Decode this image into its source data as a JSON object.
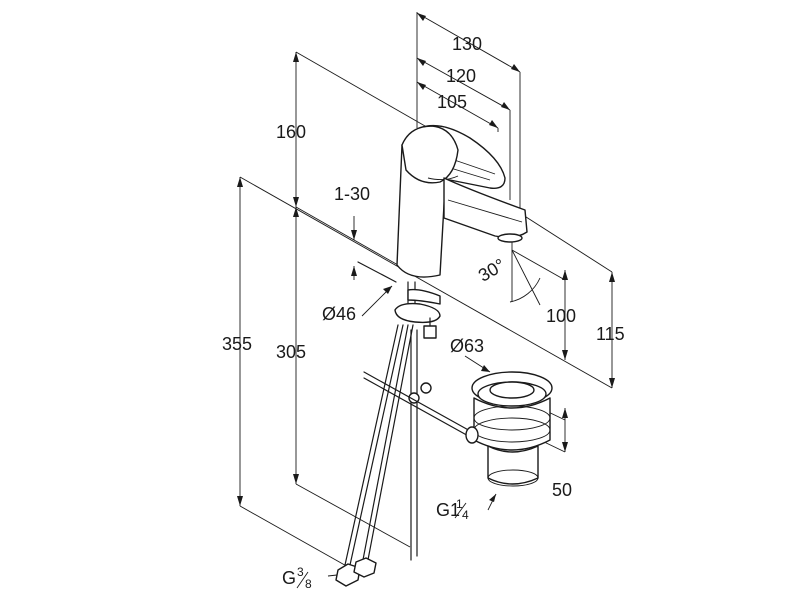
{
  "dimensions": {
    "d130": "130",
    "d120": "120",
    "d105": "105",
    "d160": "160",
    "d1_30": "1-30",
    "d355": "355",
    "d305": "305",
    "d46": "Ø46",
    "d30deg": "30°",
    "d100": "100",
    "d115": "115",
    "d63": "Ø63",
    "d50": "50",
    "g114_main": "G1",
    "g114_num": "1",
    "g114_den": "4",
    "g38_main": "G",
    "g38_num": "3",
    "g38_den": "8"
  }
}
